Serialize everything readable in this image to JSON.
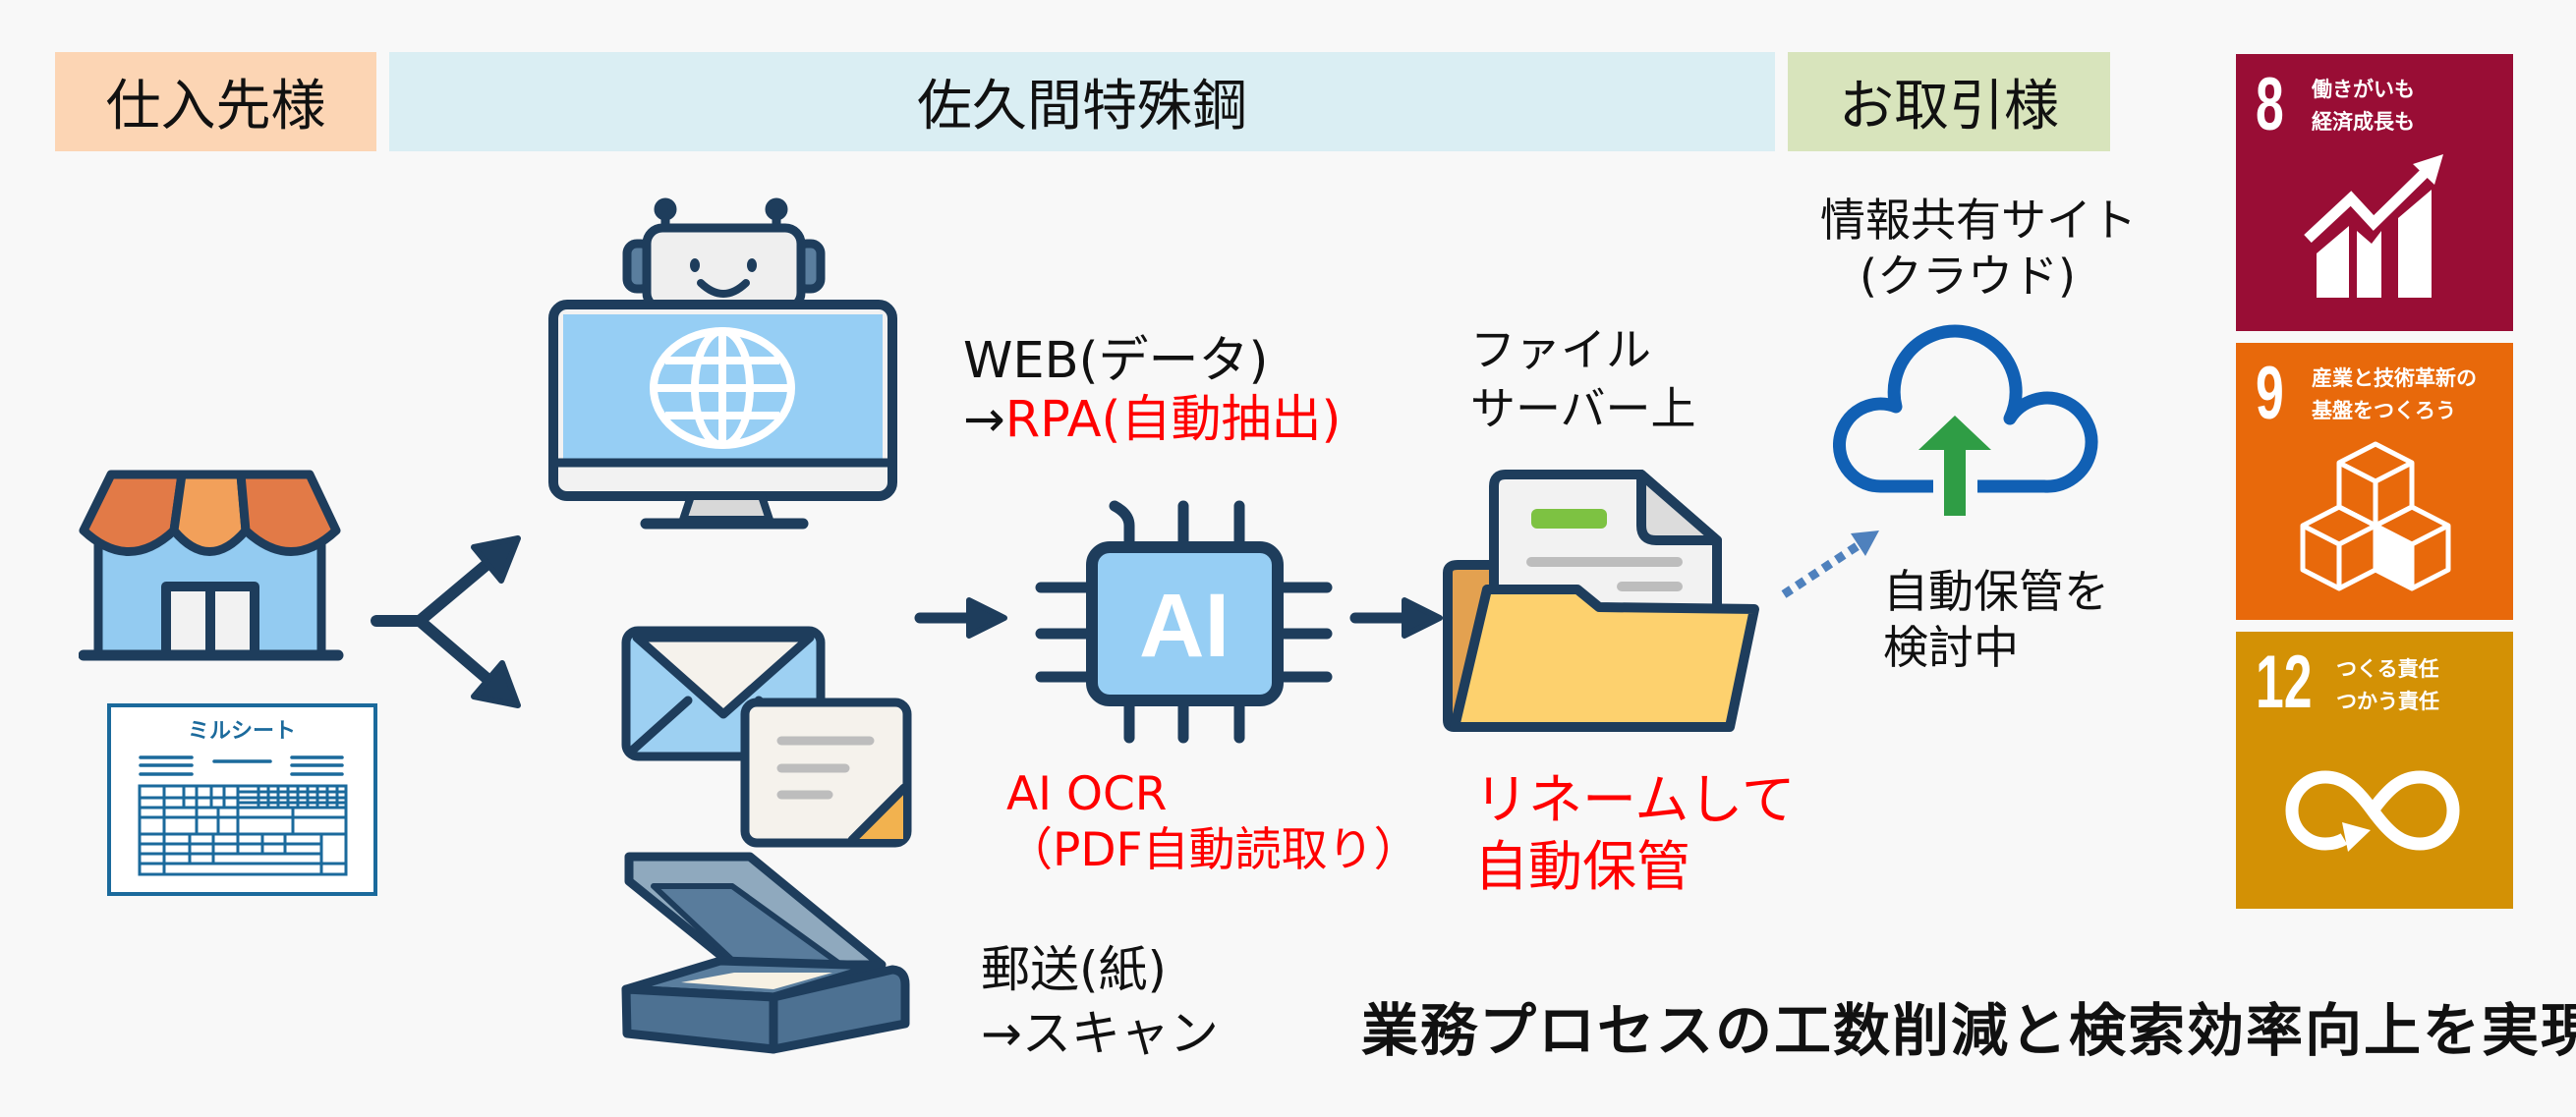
{
  "headers": {
    "supplier": {
      "label": "仕入先様",
      "color": "#FCD5B4"
    },
    "company": {
      "label": "佐久間特殊鋼",
      "color": "#DAEEF3"
    },
    "customer": {
      "label": "お取引様",
      "color": "#D8E4BC"
    }
  },
  "supplier": {
    "store_icon": "store-icon",
    "mill_sheet_title": "ミルシート"
  },
  "inputs": {
    "web": {
      "line1": "WEB(データ)",
      "arrow": "→",
      "line2": "RPA(自動抽出)",
      "icon": "robot-monitor-icon"
    },
    "mail": {
      "icon": "envelope-document-icon"
    },
    "post": {
      "line1": "郵送(紙)",
      "line2": "→スキャン",
      "icon": "scanner-icon"
    }
  },
  "ai_chip": {
    "label": "AI"
  },
  "ai_ocr": {
    "line1": "AI OCR",
    "line2": "（PDF自動読取り）"
  },
  "file_server": {
    "line1": "ファイル",
    "line2": "サーバー上",
    "icon": "folder-icon"
  },
  "rename": {
    "line1": "リネームして",
    "line2": "自動保管"
  },
  "cloud": {
    "line1": "情報共有サイト",
    "line2": "(クラウド)",
    "icon": "cloud-upload-icon"
  },
  "cloud_note": {
    "line1": "自動保管を",
    "line2": "検討中"
  },
  "summary": "業務プロセスの工数削減と検索効率向上を実現",
  "sdgs": [
    {
      "number": "8",
      "line1": "働きがいも",
      "line2": "経済成長も",
      "color": "#990D35",
      "icon": "growth-chart-icon"
    },
    {
      "number": "9",
      "line1": "産業と技術革新の",
      "line2": "基盤をつくろう",
      "color": "#E8690B",
      "icon": "cubes-icon"
    },
    {
      "number": "12",
      "line1": "つくる責任",
      "line2": "つかう責任",
      "color": "#D39105",
      "icon": "infinity-icon"
    }
  ],
  "colors": {
    "highlight_red": "#FF0000",
    "icon_outline": "#1E3D5C",
    "dotted_arrow": "#4F81BD",
    "cloud_blue": "#1160B4",
    "upload_green": "#2F9D45",
    "background": "#F8F8F8"
  }
}
